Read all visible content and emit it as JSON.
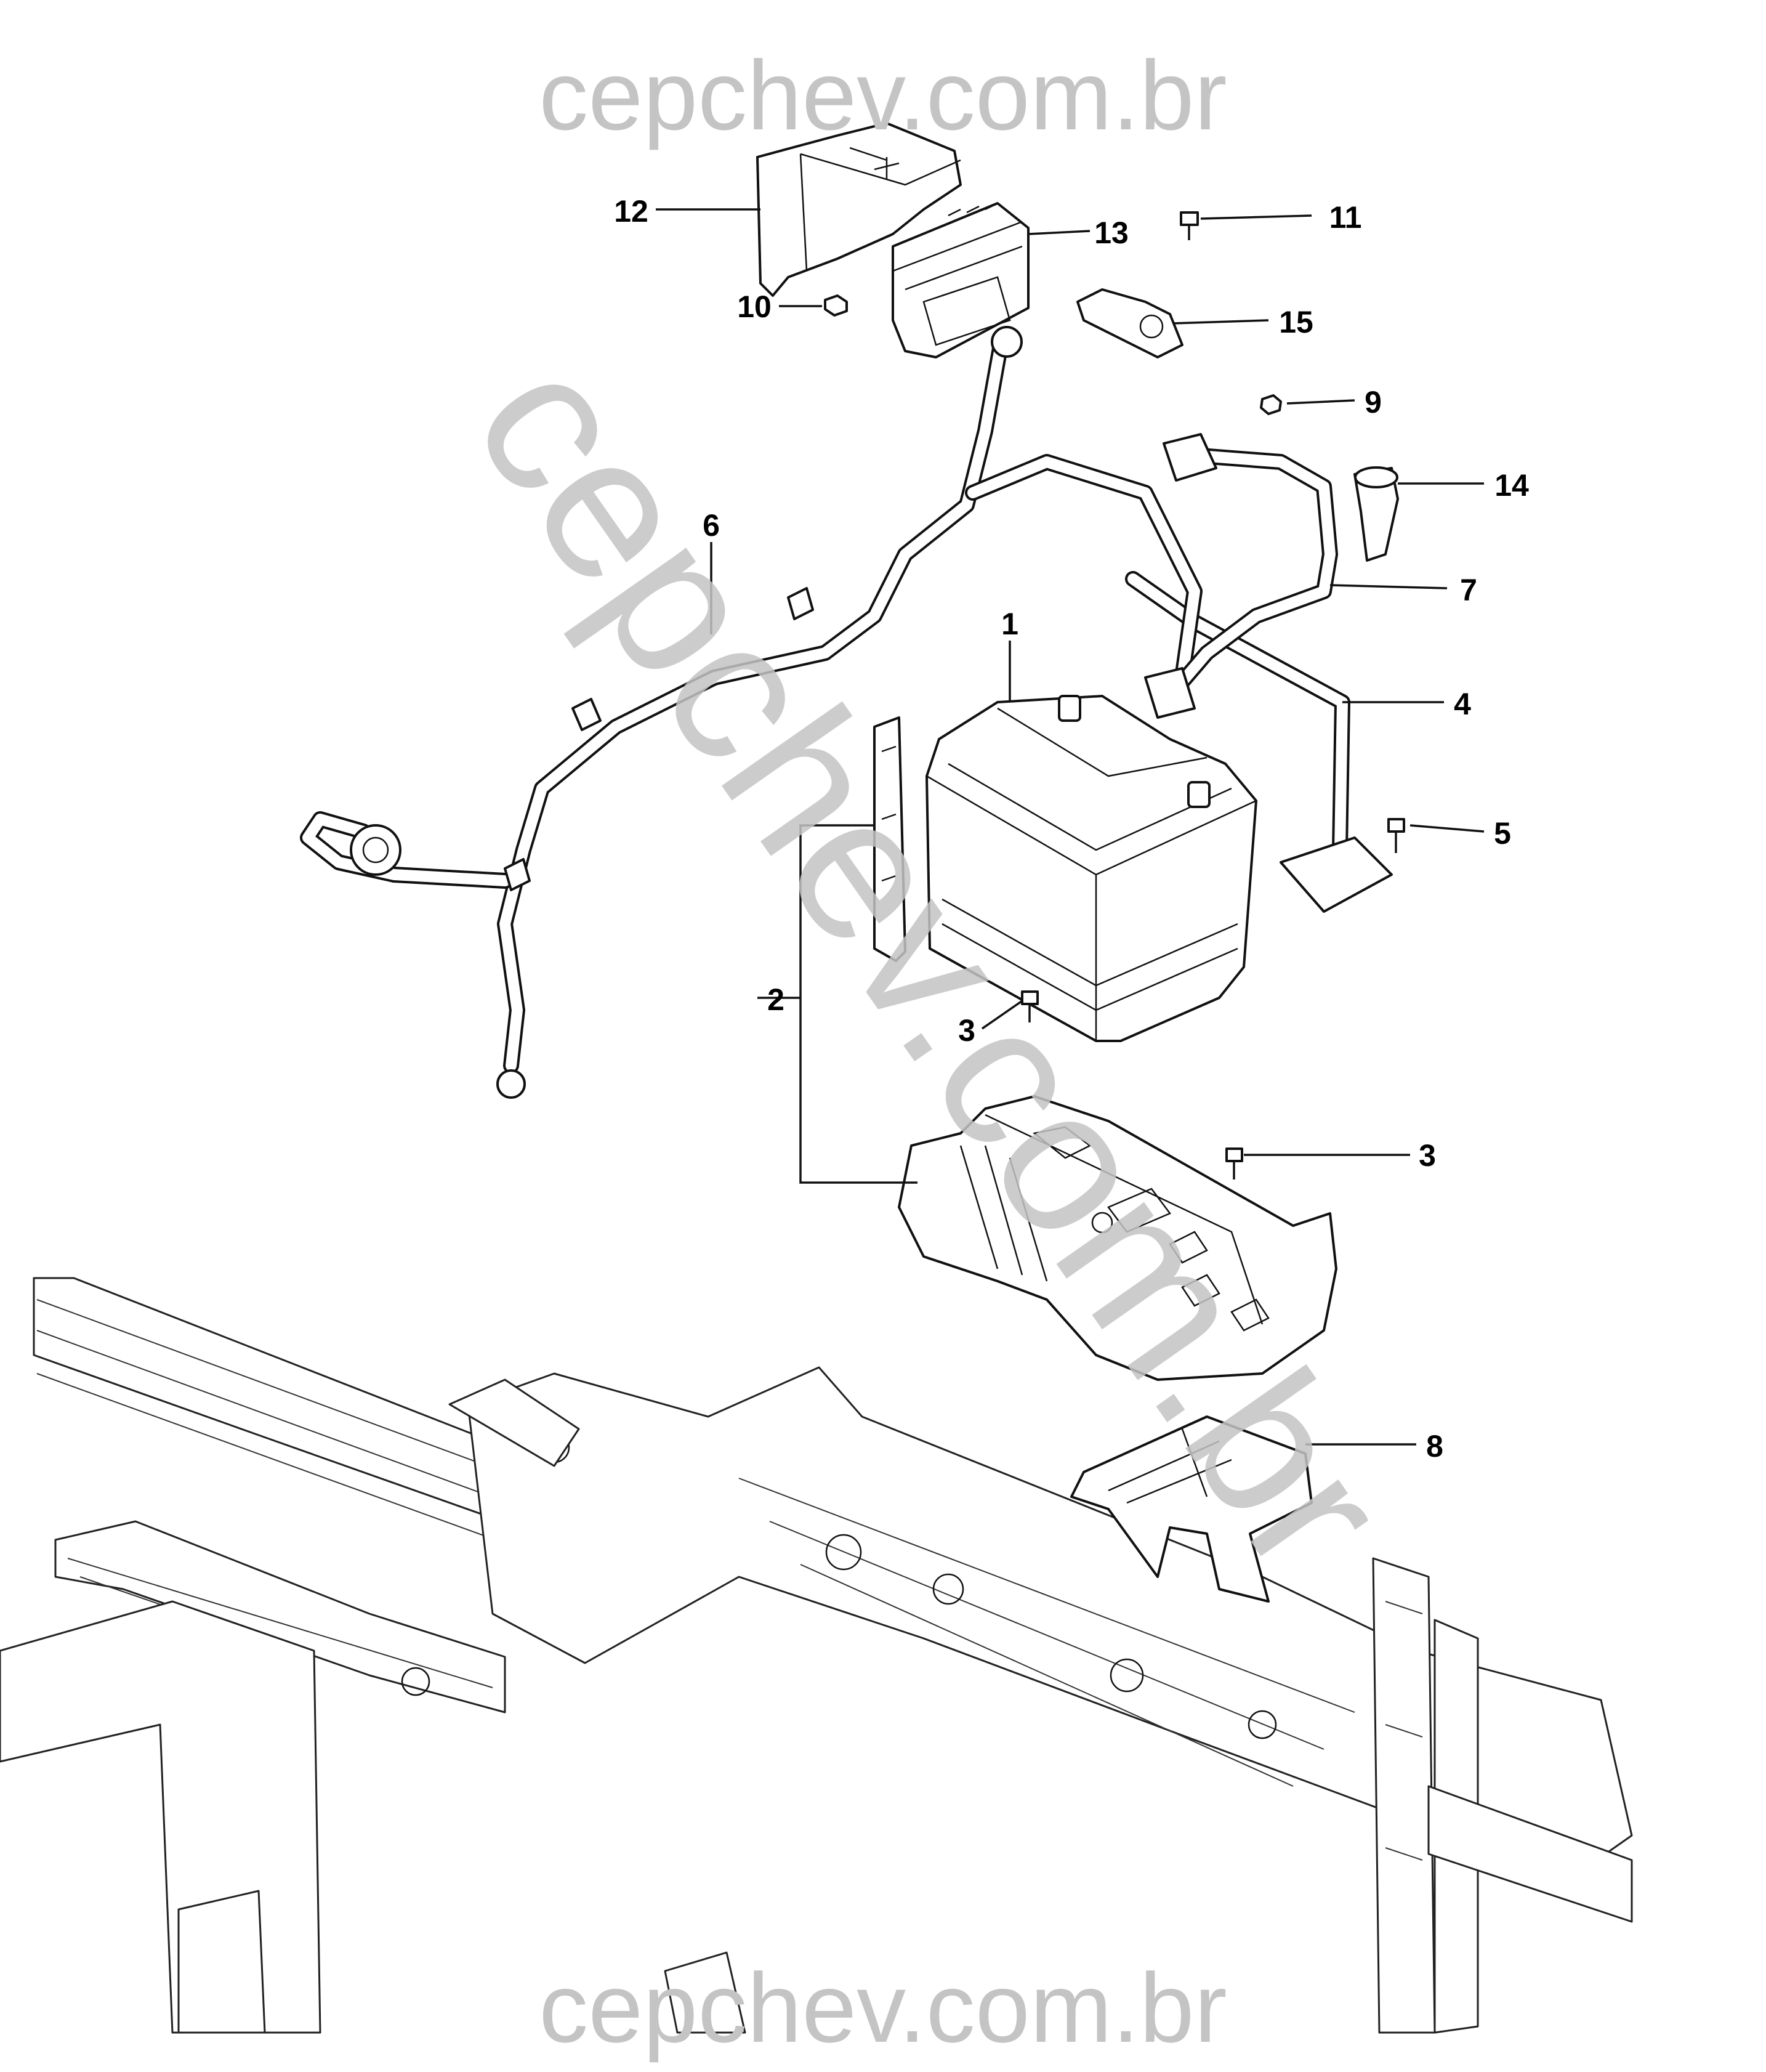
{
  "watermarks": {
    "top": "cepchev.com.br",
    "diagonal": "cepchev.com.br",
    "bottom": "cepchev.com.br"
  },
  "callouts": [
    {
      "id": "c1",
      "text": "1"
    },
    {
      "id": "c2",
      "text": "2"
    },
    {
      "id": "c3a",
      "text": "3"
    },
    {
      "id": "c3b",
      "text": "3"
    },
    {
      "id": "c4",
      "text": "4"
    },
    {
      "id": "c5",
      "text": "5"
    },
    {
      "id": "c6",
      "text": "6"
    },
    {
      "id": "c7",
      "text": "7"
    },
    {
      "id": "c8",
      "text": "8"
    },
    {
      "id": "c9",
      "text": "9"
    },
    {
      "id": "c10",
      "text": "10"
    },
    {
      "id": "c11",
      "text": "11"
    },
    {
      "id": "c12",
      "text": "12"
    },
    {
      "id": "c13",
      "text": "13"
    },
    {
      "id": "c14",
      "text": "14"
    },
    {
      "id": "c15",
      "text": "15"
    }
  ]
}
